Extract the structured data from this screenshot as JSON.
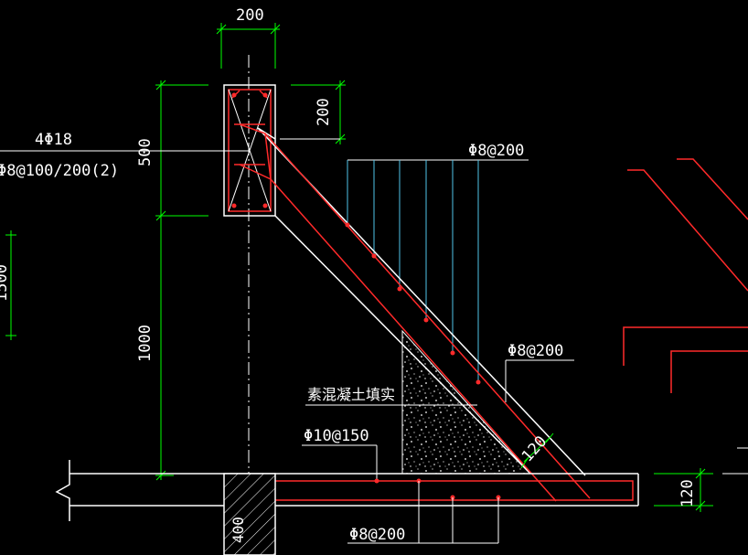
{
  "colors": {
    "background": "#000000",
    "dimension": "#00ff00",
    "outline": "#ffffff",
    "rebar": "#ff2a2a",
    "leader": "#4fc3e8",
    "text": "#ffffff"
  },
  "dimensions": {
    "top_width": "200",
    "right_top": "200",
    "left_upper": "500",
    "left_lower": "1000",
    "angle_thickness": "120",
    "right_bottom": "120",
    "bottom_left": "400",
    "far_left": "1500"
  },
  "labels": {
    "main_bars": "4Φ18",
    "stirrup": "Φ8@100/200(2)",
    "top_mesh": "Φ8@200",
    "slope_bar": "Φ8@200",
    "fill_note": "素混凝土填实",
    "base_bar": "Φ10@150",
    "bottom_bar": "Φ8@200"
  }
}
